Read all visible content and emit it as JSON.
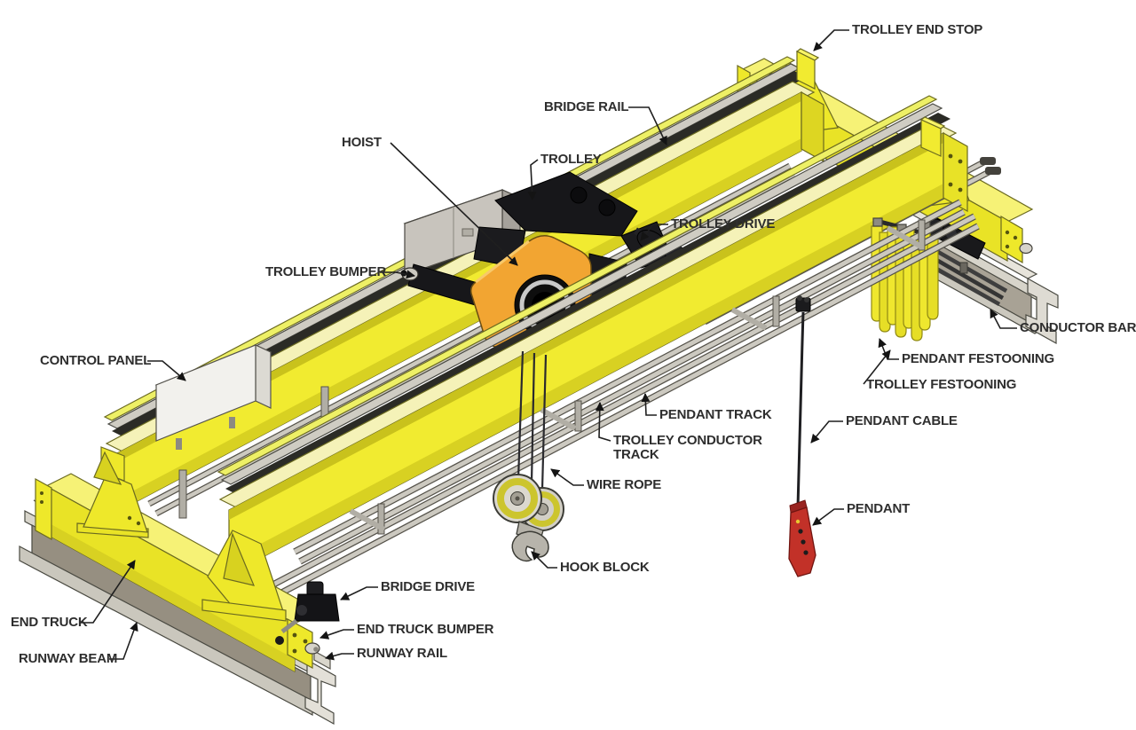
{
  "diagram": {
    "type": "technical-illustration",
    "subject_labels_count": 21,
    "background": "#ffffff"
  },
  "colors": {
    "girder_yellow": "#f1eb30",
    "girder_flange": "#f5f2b8",
    "girder_shade": "#d8d122",
    "hoist_orange": "#f2a532",
    "trolley_black": "#17171a",
    "runway_gray": "#a39c8e",
    "rail_gray": "#d9d6cb",
    "tube_gray": "#c9c6bd",
    "festoon_yellow": "#efe72e",
    "pendant_red": "#c23128",
    "control_panel_white": "#f2f1ed",
    "leader_line": "#1f1f1f",
    "label_text": "#2e2e2e"
  },
  "labels": {
    "trolley_end_stop": "TROLLEY END STOP",
    "bridge_rail": "BRIDGE RAIL",
    "hoist": "HOIST",
    "trolley": "TROLLEY",
    "trolley_drive": "TROLLEY DRIVE",
    "trolley_bumper": "TROLLEY BUMPER",
    "conductor_bar": "CONDUCTOR BAR",
    "pendant_festooning": "PENDANT FESTOONING",
    "trolley_festooning": "TROLLEY FESTOONING",
    "control_panel": "CONTROL PANEL",
    "pendant_track": "PENDANT TRACK",
    "trolley_conductor_track": "TROLLEY CONDUCTOR TRACK",
    "pendant_cable": "PENDANT CABLE",
    "wire_rope": "WIRE ROPE",
    "pendant": "PENDANT",
    "hook_block": "HOOK BLOCK",
    "bridge_drive": "BRIDGE DRIVE",
    "end_truck": "END TRUCK",
    "end_truck_bumper": "END TRUCK BUMPER",
    "runway_beam": "RUNWAY BEAM",
    "runway_rail": "RUNWAY RAIL"
  }
}
